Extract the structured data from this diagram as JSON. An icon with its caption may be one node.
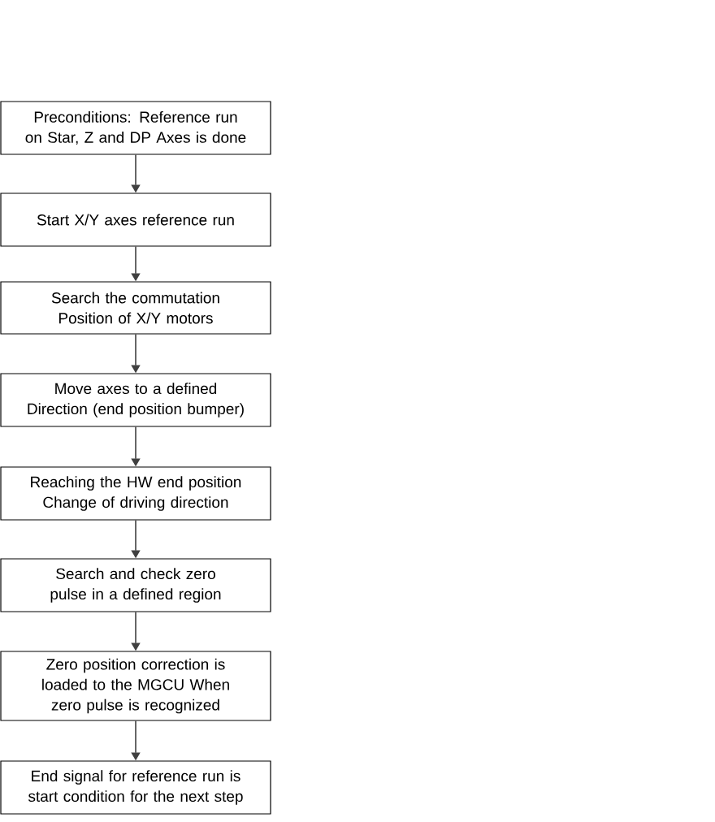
{
  "diagram": {
    "nodes": [
      {
        "text": [
          "Preconditions: Reference run on Star, Z and DP Axes is done"
        ]
      },
      {
        "text": [
          "Start X/Y axes reference run"
        ]
      },
      {
        "text": [
          "Search the commutation Position of X/Y motors"
        ]
      },
      {
        "text": [
          "Move axes to a defined Direction (end position bumper)"
        ]
      },
      {
        "text": [
          "Reaching the HW end position Change of driving direction"
        ]
      },
      {
        "text": [
          "Search and check zero pulse in a defined region"
        ]
      },
      {
        "text": [
          "Zero position correction is loaded to the MGCU When zero pulse is recognized"
        ]
      },
      {
        "text": [
          "End signal for reference run is start condition for the next step"
        ]
      }
    ],
    "edges": [
      {
        "from": 0,
        "to": 1,
        "arrow": "to"
      },
      {
        "from": 1,
        "to": 2,
        "arrow": "to"
      },
      {
        "from": 2,
        "to": 3,
        "arrow": "to"
      },
      {
        "from": 3,
        "to": 4,
        "arrow": "to"
      },
      {
        "from": 4,
        "to": 5,
        "arrow": "to"
      },
      {
        "from": 5,
        "to": 6,
        "arrow": "to"
      },
      {
        "from": 6,
        "to": 7,
        "arrow": "to"
      }
    ]
  }
}
